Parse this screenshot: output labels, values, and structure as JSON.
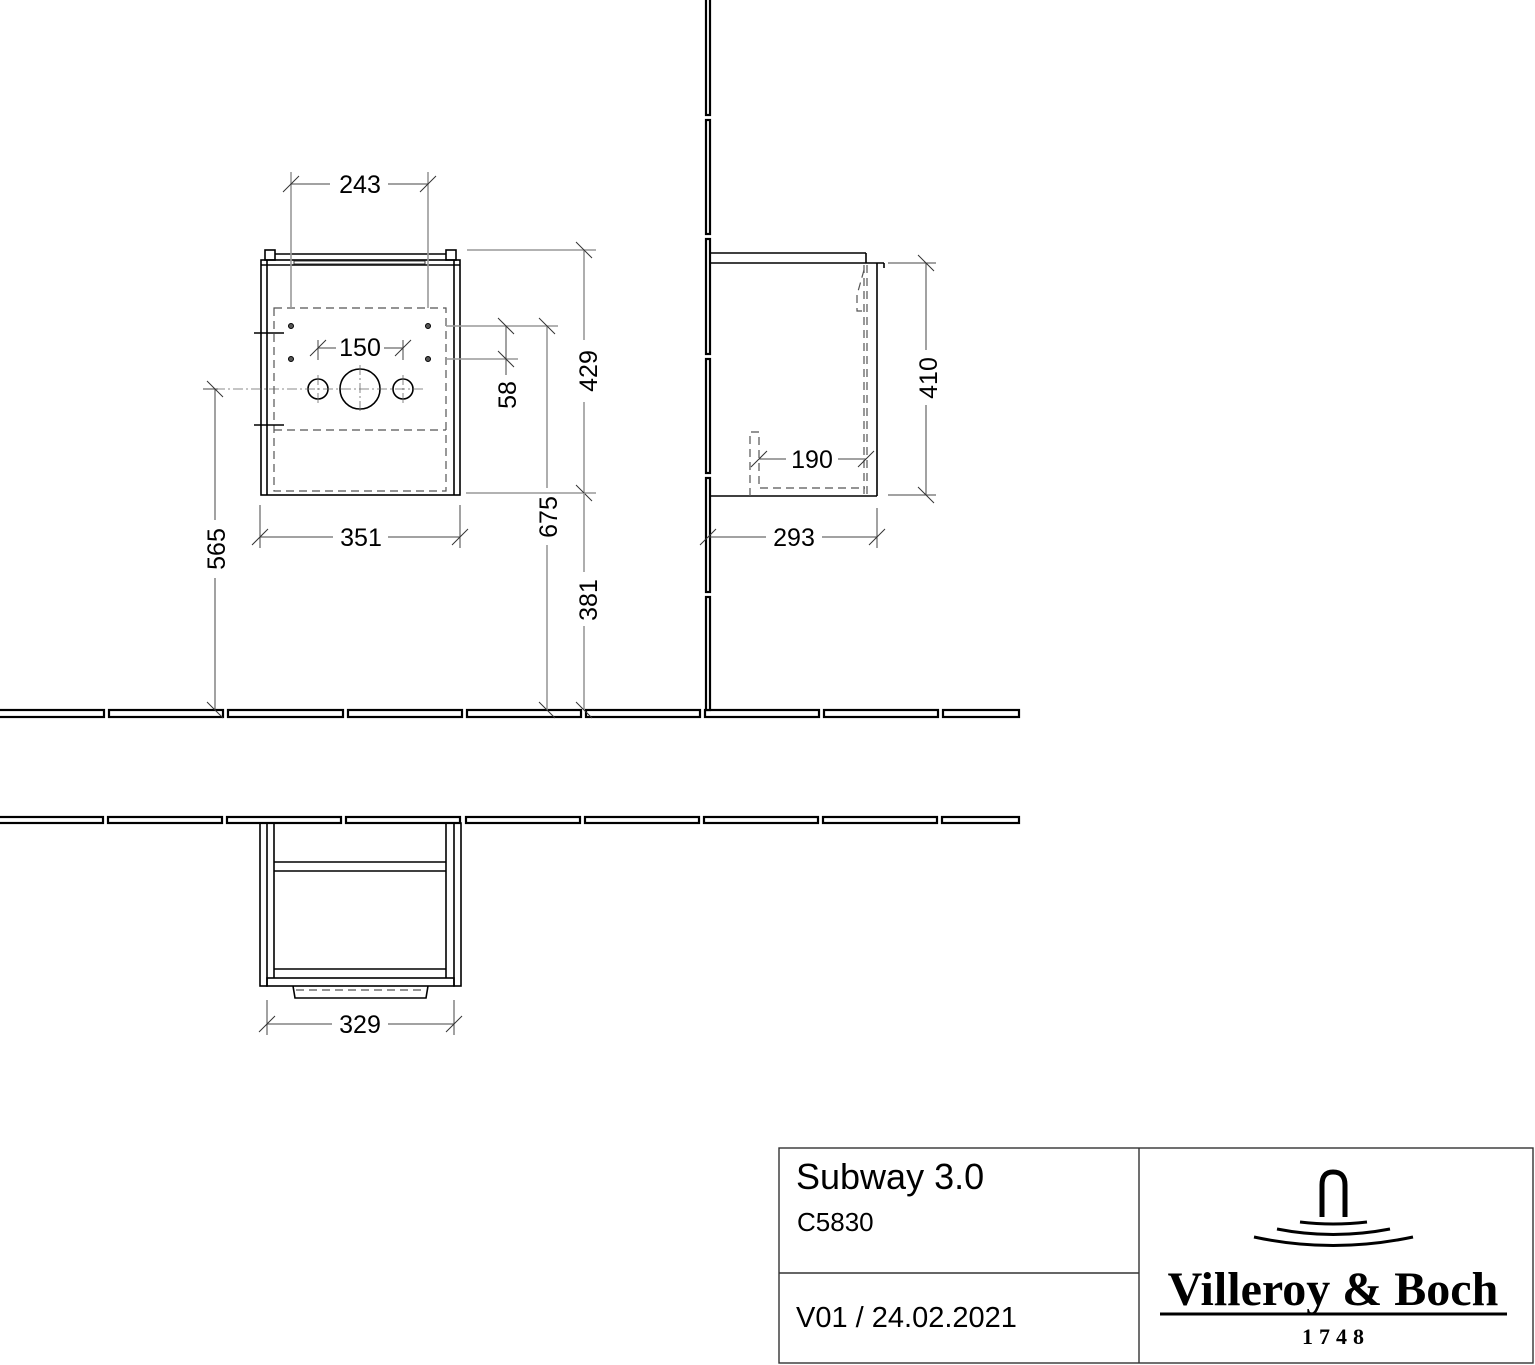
{
  "drawing": {
    "views": {
      "front_view": {
        "dimensions": {
          "hole_spacing_top": "243",
          "pipe_spacing": "150",
          "bracket_spacing": "58",
          "height_total": "429",
          "width": "351",
          "height_from_floor_565": "565",
          "height_from_floor_675": "675",
          "height_from_floor_381": "381"
        }
      },
      "side_view": {
        "dimensions": {
          "height": "410",
          "inner_depth": "190",
          "depth": "293"
        }
      },
      "top_view": {
        "dimensions": {
          "width": "329"
        }
      }
    },
    "colors": {
      "line": "#000000",
      "dimension_line": "#999999",
      "background": "#ffffff"
    }
  },
  "title_block": {
    "product_name": "Subway 3.0",
    "product_code": "C5830",
    "version_date": "V01 / 24.02.2021",
    "brand": {
      "name": "Villeroy & Boch",
      "year": "1748",
      "logo_icon": "fountain-arch-logo-icon"
    }
  }
}
